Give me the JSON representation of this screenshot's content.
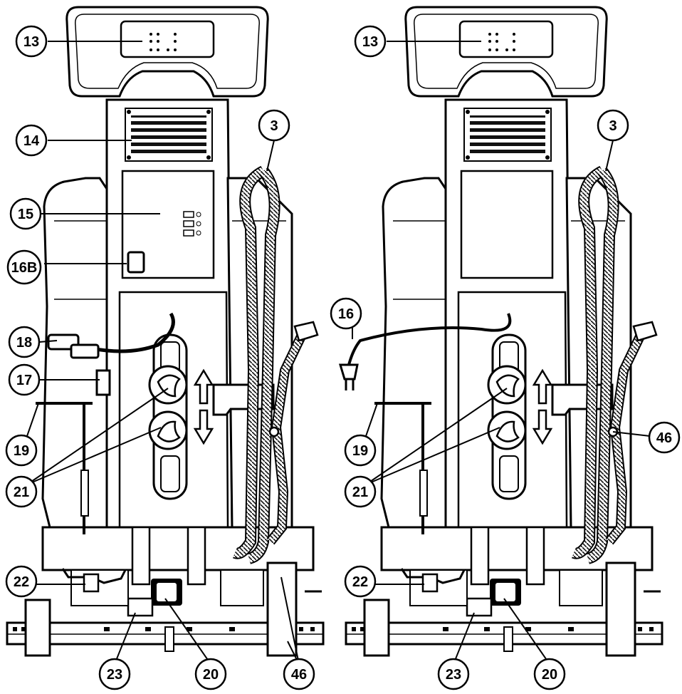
{
  "figures": [
    {
      "id": "left",
      "callouts": [
        {
          "name": "callout-13",
          "label": "13"
        },
        {
          "name": "callout-14",
          "label": "14"
        },
        {
          "name": "callout-3",
          "label": "3"
        },
        {
          "name": "callout-15",
          "label": "15"
        },
        {
          "name": "callout-16b",
          "label": "16B"
        },
        {
          "name": "callout-18",
          "label": "18"
        },
        {
          "name": "callout-17",
          "label": "17"
        },
        {
          "name": "callout-19",
          "label": "19"
        },
        {
          "name": "callout-21",
          "label": "21"
        },
        {
          "name": "callout-22",
          "label": "22"
        },
        {
          "name": "callout-23",
          "label": "23"
        },
        {
          "name": "callout-20",
          "label": "20"
        },
        {
          "name": "callout-46",
          "label": "46"
        }
      ]
    },
    {
      "id": "right",
      "callouts": [
        {
          "name": "callout-13",
          "label": "13"
        },
        {
          "name": "callout-3",
          "label": "3"
        },
        {
          "name": "callout-16",
          "label": "16"
        },
        {
          "name": "callout-19",
          "label": "19"
        },
        {
          "name": "callout-21",
          "label": "21"
        },
        {
          "name": "callout-46",
          "label": "46"
        },
        {
          "name": "callout-22",
          "label": "22"
        },
        {
          "name": "callout-23",
          "label": "23"
        },
        {
          "name": "callout-20",
          "label": "20"
        }
      ]
    }
  ]
}
